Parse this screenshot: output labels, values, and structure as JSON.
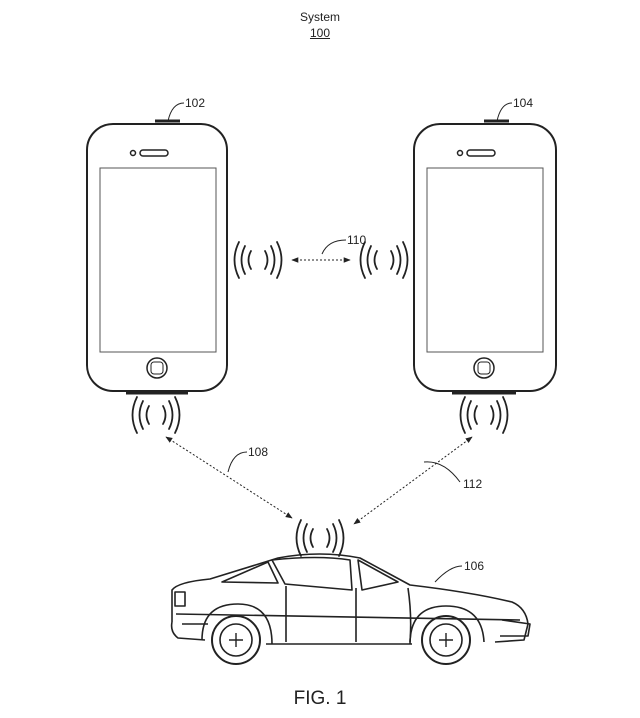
{
  "figure": {
    "system_label": "System",
    "system_number": "100",
    "caption": "FIG. 1"
  },
  "references": {
    "phone_left": "102",
    "phone_right": "104",
    "vehicle": "106",
    "link_phone_left_vehicle": "108",
    "link_phones": "110",
    "link_phone_right_vehicle": "112"
  },
  "icons": {
    "phone": "smartphone-icon",
    "vehicle": "car-icon",
    "signal": "wireless-signal-icon",
    "link": "dotted-double-arrow"
  }
}
